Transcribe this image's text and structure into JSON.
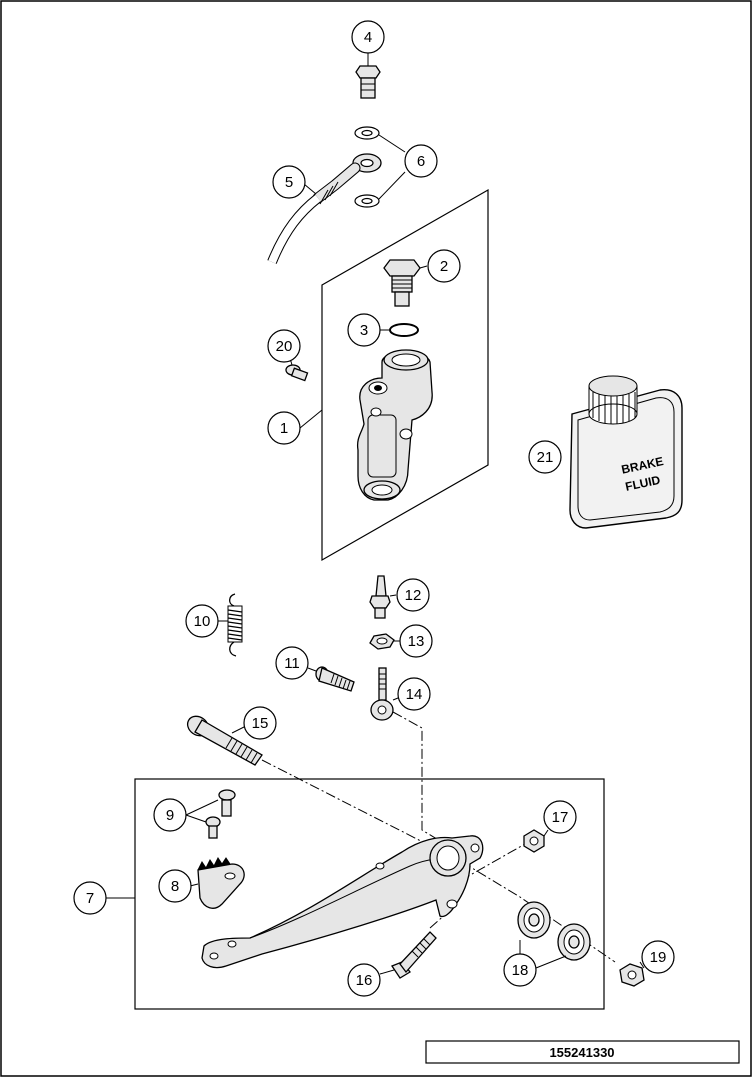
{
  "drawing_number": "155241330",
  "container_label": {
    "line1": "BRAKE",
    "line2": "FLUID"
  },
  "callouts": [
    {
      "id": "callout-1",
      "number": "1"
    },
    {
      "id": "callout-2",
      "number": "2"
    },
    {
      "id": "callout-3",
      "number": "3"
    },
    {
      "id": "callout-4",
      "number": "4"
    },
    {
      "id": "callout-5",
      "number": "5"
    },
    {
      "id": "callout-6",
      "number": "6"
    },
    {
      "id": "callout-7",
      "number": "7"
    },
    {
      "id": "callout-8",
      "number": "8"
    },
    {
      "id": "callout-9",
      "number": "9"
    },
    {
      "id": "callout-10",
      "number": "10"
    },
    {
      "id": "callout-11",
      "number": "11"
    },
    {
      "id": "callout-12",
      "number": "12"
    },
    {
      "id": "callout-13",
      "number": "13"
    },
    {
      "id": "callout-14",
      "number": "14"
    },
    {
      "id": "callout-15",
      "number": "15"
    },
    {
      "id": "callout-16",
      "number": "16"
    },
    {
      "id": "callout-17",
      "number": "17"
    },
    {
      "id": "callout-18",
      "number": "18"
    },
    {
      "id": "callout-19",
      "number": "19"
    },
    {
      "id": "callout-20",
      "number": "20"
    },
    {
      "id": "callout-21",
      "number": "21"
    }
  ]
}
